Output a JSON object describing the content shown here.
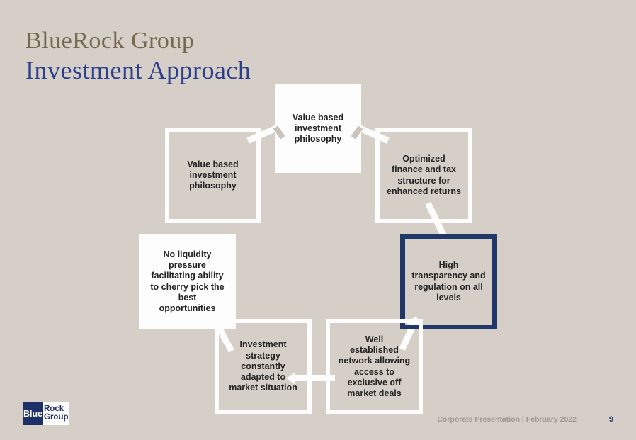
{
  "slide": {
    "title_line1": "BlueRock Group",
    "title_line2": "Investment Approach",
    "footer": {
      "text": "Corporate Presentation | February 2022",
      "page_number": "9"
    },
    "logo": {
      "part1": "Blue",
      "part2": "Rock",
      "part3": "Group"
    }
  },
  "diagram": {
    "boxes": [
      {
        "id": "top",
        "style": "solid-white",
        "text": "Value based\ninvestment\nphilosophy"
      },
      {
        "id": "left-upper",
        "style": "white-border",
        "text": "Value based\ninvestment\nphilosophy"
      },
      {
        "id": "right-upper",
        "style": "white-border",
        "text": "Optimized\nfinance and tax\nstructure for\nenhanced returns"
      },
      {
        "id": "left-middle",
        "style": "solid-white",
        "text": "No liquidity\npressure\nfacilitating ability\nto cherry pick the\nbest\nopportunities"
      },
      {
        "id": "right-middle",
        "style": "navy-border",
        "text": "High\ntransparency and\nregulation on all\nlevels"
      },
      {
        "id": "bottom-left",
        "style": "white-border",
        "text": "Investment\nstrategy\nconstantly\nadapted to\nmarket situation"
      },
      {
        "id": "bottom-right",
        "style": "white-border",
        "text": "Well\nestablished\nnetwork allowing\naccess to\nexclusive off\nmarket deals"
      }
    ]
  },
  "colors": {
    "background": "#d5cfc8",
    "box_white": "#fdfdfd",
    "navy_accent": "#1f3769",
    "logo_navy": "#1d3166",
    "title_brown": "#75684f",
    "title_blue": "#2c3e8c",
    "box_text": "#242424",
    "footer_gray": "#9e988e",
    "connector_gray": "#c8c3bc"
  }
}
